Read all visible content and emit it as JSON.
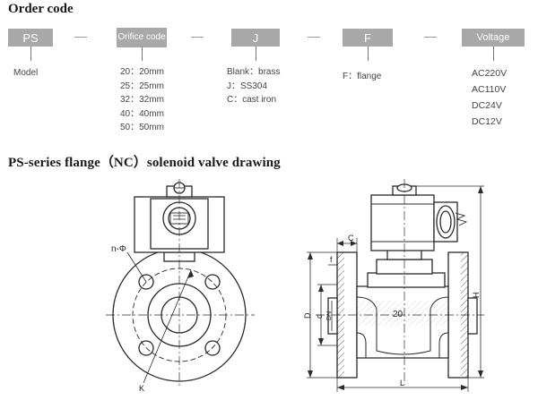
{
  "order_section": {
    "title": "Order code",
    "codes": [
      {
        "label": "PS",
        "caption": "Model"
      },
      {
        "label": "Orifice code",
        "options": [
          "20：20mm",
          "25：25mm",
          "32：32mm",
          "40：40mm",
          "50：50mm"
        ]
      },
      {
        "label": "J",
        "options": [
          "Blank：brass",
          "J：SS304",
          "C：cast iron"
        ]
      },
      {
        "label": "F",
        "caption": "F：flange"
      },
      {
        "label": "Voltage",
        "options": [
          "AC220V",
          "AC110V",
          "DC24V",
          "DC12V"
        ]
      }
    ]
  },
  "drawing_section": {
    "title": "PS-series flange（NC）solenoid valve drawing",
    "labels": {
      "bolt_holes": "n-Φ",
      "bolt_circle": "K",
      "flange_thickness": "C",
      "raised_face": "f",
      "outer_diameter": "D",
      "raised_face_diameter": "d",
      "bore": "DN",
      "flow_size": "20",
      "length": "L",
      "height": "H"
    }
  }
}
